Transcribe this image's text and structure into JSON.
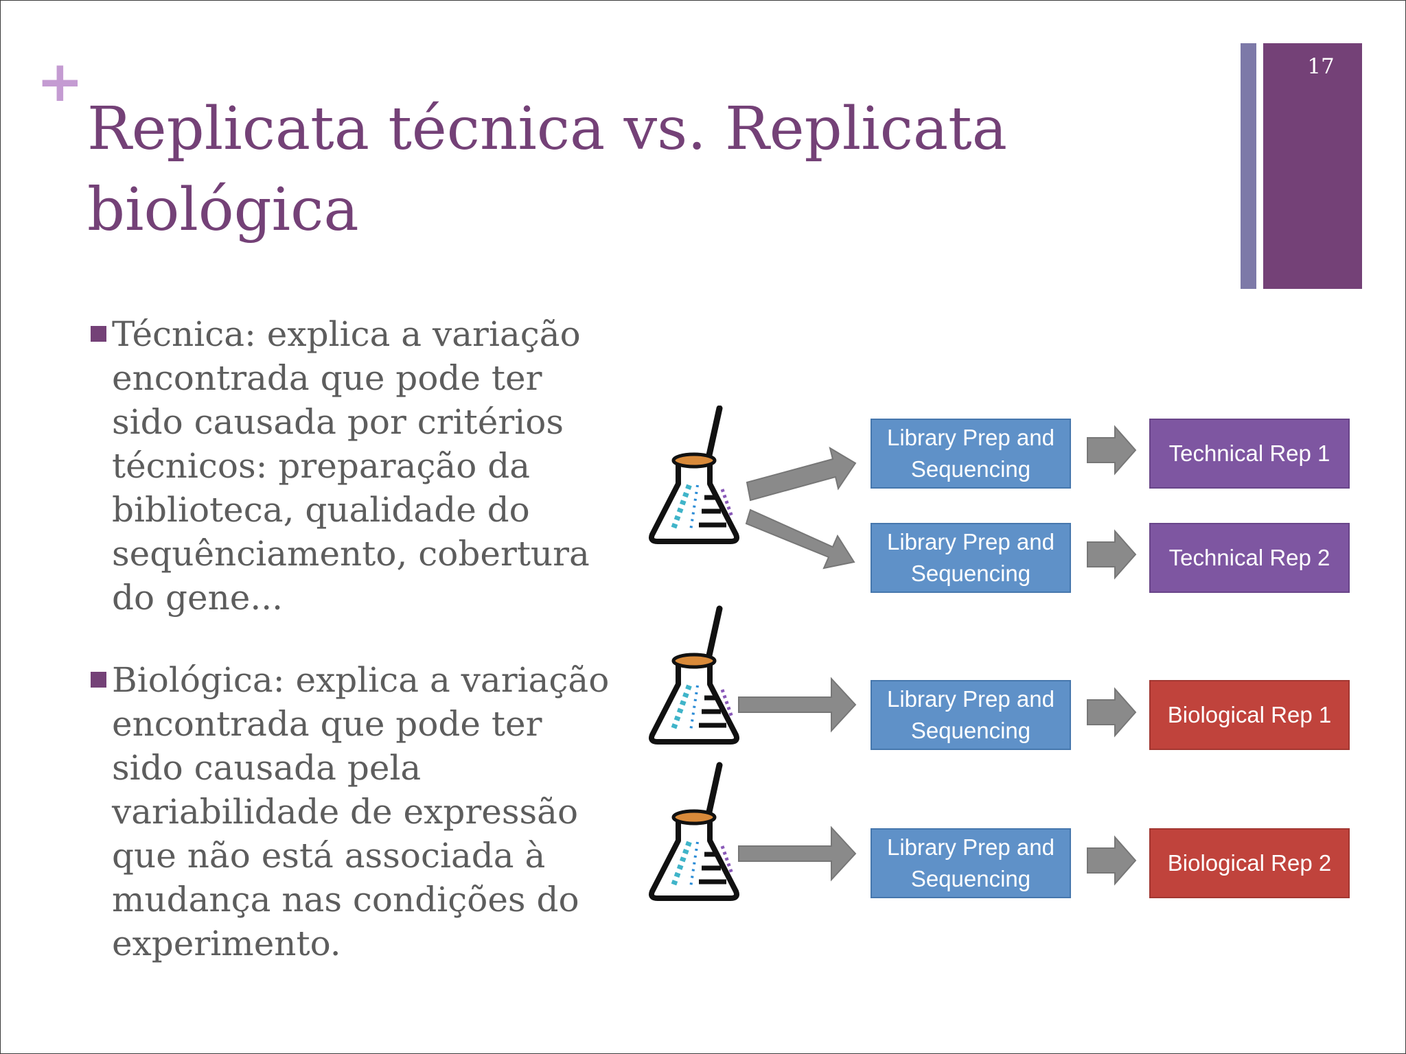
{
  "slide": {
    "plus_symbol": "+",
    "title": "Replicata técnica vs. Replicata biológica",
    "page_number": "17"
  },
  "bullets": [
    {
      "text": "Técnica: explica a variação encontrada que pode ter sido causada por critérios técnicos: preparação da biblioteca, qualidade do sequênciamento, cobertura do gene..."
    },
    {
      "text": "Biológica: explica a variação encontrada que pode ter sido causada pela variabilidade de expressão que não está associada à mudança nas condições do experimento."
    }
  ],
  "diagram": {
    "prep_label": "Library Prep and Sequencing",
    "rows": [
      {
        "result": "Technical Rep 1",
        "kind": "technical"
      },
      {
        "result": "Technical Rep 2",
        "kind": "technical"
      },
      {
        "result": "Biological Rep 1",
        "kind": "biological"
      },
      {
        "result": "Biological Rep 2",
        "kind": "biological"
      }
    ],
    "colors": {
      "prep": "#5f91c8",
      "technical": "#7e56a1",
      "biological": "#c0433c",
      "arrow": "#8a8a8a",
      "accent": "#744177"
    }
  }
}
